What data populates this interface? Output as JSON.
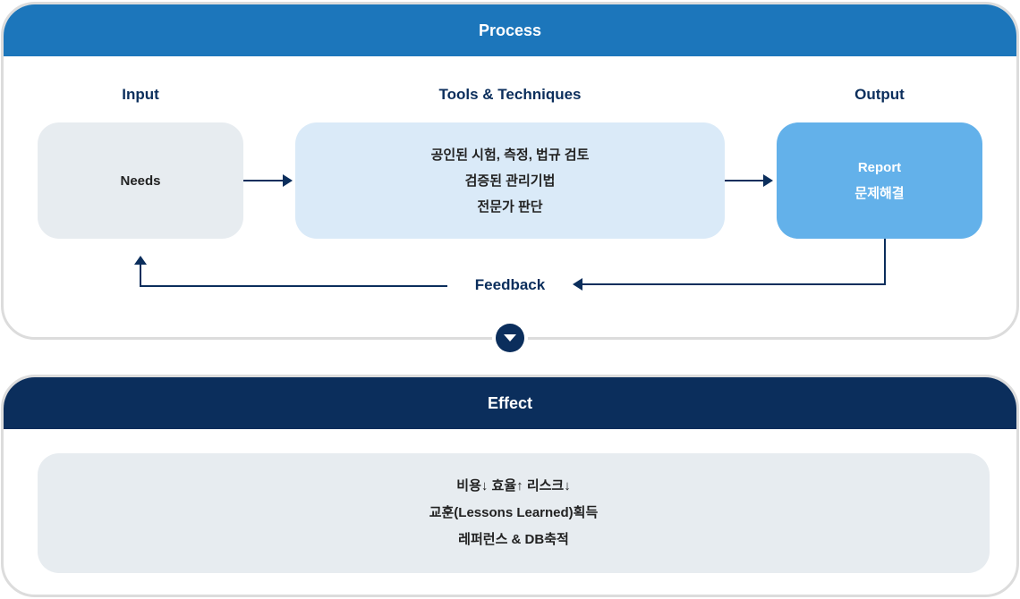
{
  "colors": {
    "process_header": "#1c76bb",
    "effect_header": "#0b2e5c",
    "needs_box": "#e7ecf0",
    "tools_box": "#daeaf8",
    "output_box": "#63b1ea",
    "arrow": "#0b2e5c"
  },
  "process": {
    "title": "Process",
    "columns": {
      "input": "Input",
      "tools": "Tools & Techniques",
      "output": "Output"
    },
    "needs": "Needs",
    "tools_lines": [
      "공인된 시험, 측정, 법규 검토",
      "검증된 관리기법",
      "전문가 판단"
    ],
    "output_lines": [
      "Report",
      "문제해결"
    ],
    "feedback": "Feedback"
  },
  "effect": {
    "title": "Effect",
    "lines": [
      "비용↓ 효율↑ 리스크↓",
      "교훈(Lessons Learned)획득",
      "레퍼런스 & DB축적"
    ]
  },
  "icons": {
    "down": "chevron-down-circle-icon",
    "arrow": "arrow-right-icon"
  }
}
